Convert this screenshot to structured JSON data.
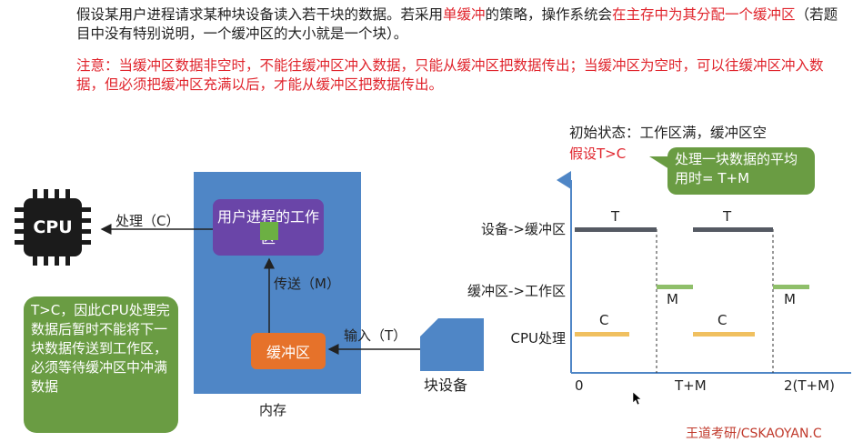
{
  "intro": {
    "part1": "假设某用户进程请求某种块设备读入若干块的数据。若采用",
    "single_buffer": "单缓冲",
    "part2": "的策略，操作系统会",
    "in_memory": "在主存中为其分配一个缓冲区",
    "part3": "（若题目中没有特别说明，一个缓冲区的大小就是一个块）。"
  },
  "note": "注意：当缓冲区数据非空时，不能往缓冲区冲入数据，只能从缓冲区把数据传出；当缓冲区为空时，可以往缓冲区冲入数据，但必须把缓冲区充满以后，才能从缓冲区把数据传出。",
  "diagram": {
    "cpu_chip": "CPU",
    "process_label": "处理（C）",
    "work_area": "用户进程的工作区",
    "transfer_label": "传送（M）",
    "buffer": "缓冲区",
    "input_label": "输入（T）",
    "memory_label": "内存",
    "device_label": "块设备",
    "callout_left": "T>C，因此CPU处理完数据后暂时不能将下一块数据传送到工作区，必须等待缓冲区中冲满数据"
  },
  "timeline": {
    "initial_state": "初始状态：工作区满，缓冲区空",
    "assumption": "假设T>C",
    "callout": "处理一块数据的平均用时= T+M",
    "rows": {
      "device_to_buffer": "设备->缓冲区",
      "buffer_to_work": "缓冲区->工作区",
      "cpu": "CPU处理"
    },
    "ticks": [
      "0",
      "T+M",
      "2(T+M)"
    ],
    "segments": {
      "T": "T",
      "M": "M",
      "C": "C"
    }
  },
  "colors": {
    "accent_red": "#e0242c",
    "memory_blue": "#4f86c6",
    "work_purple": "#6a45a8",
    "buffer_orange": "#e6722a",
    "callout_green": "#6a9c43",
    "axis_blue": "#4f86c6",
    "bar_t": "#555a63",
    "bar_m": "#8fbf6a",
    "bar_c": "#f0c060"
  },
  "watermark": "王道考研/CSKAOYAN.C"
}
